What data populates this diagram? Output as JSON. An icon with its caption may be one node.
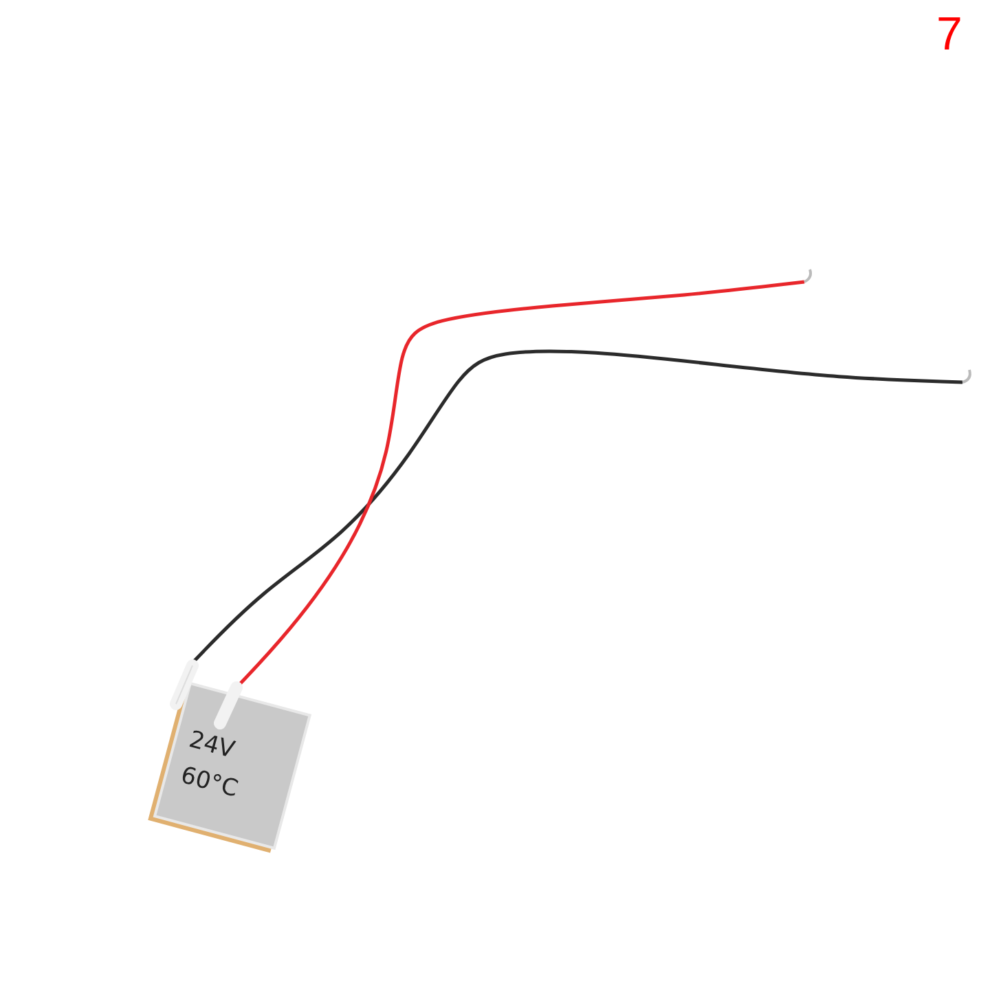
{
  "diagram": {
    "labels": [
      "7",
      "24V",
      "60°C"
    ]
  }
}
